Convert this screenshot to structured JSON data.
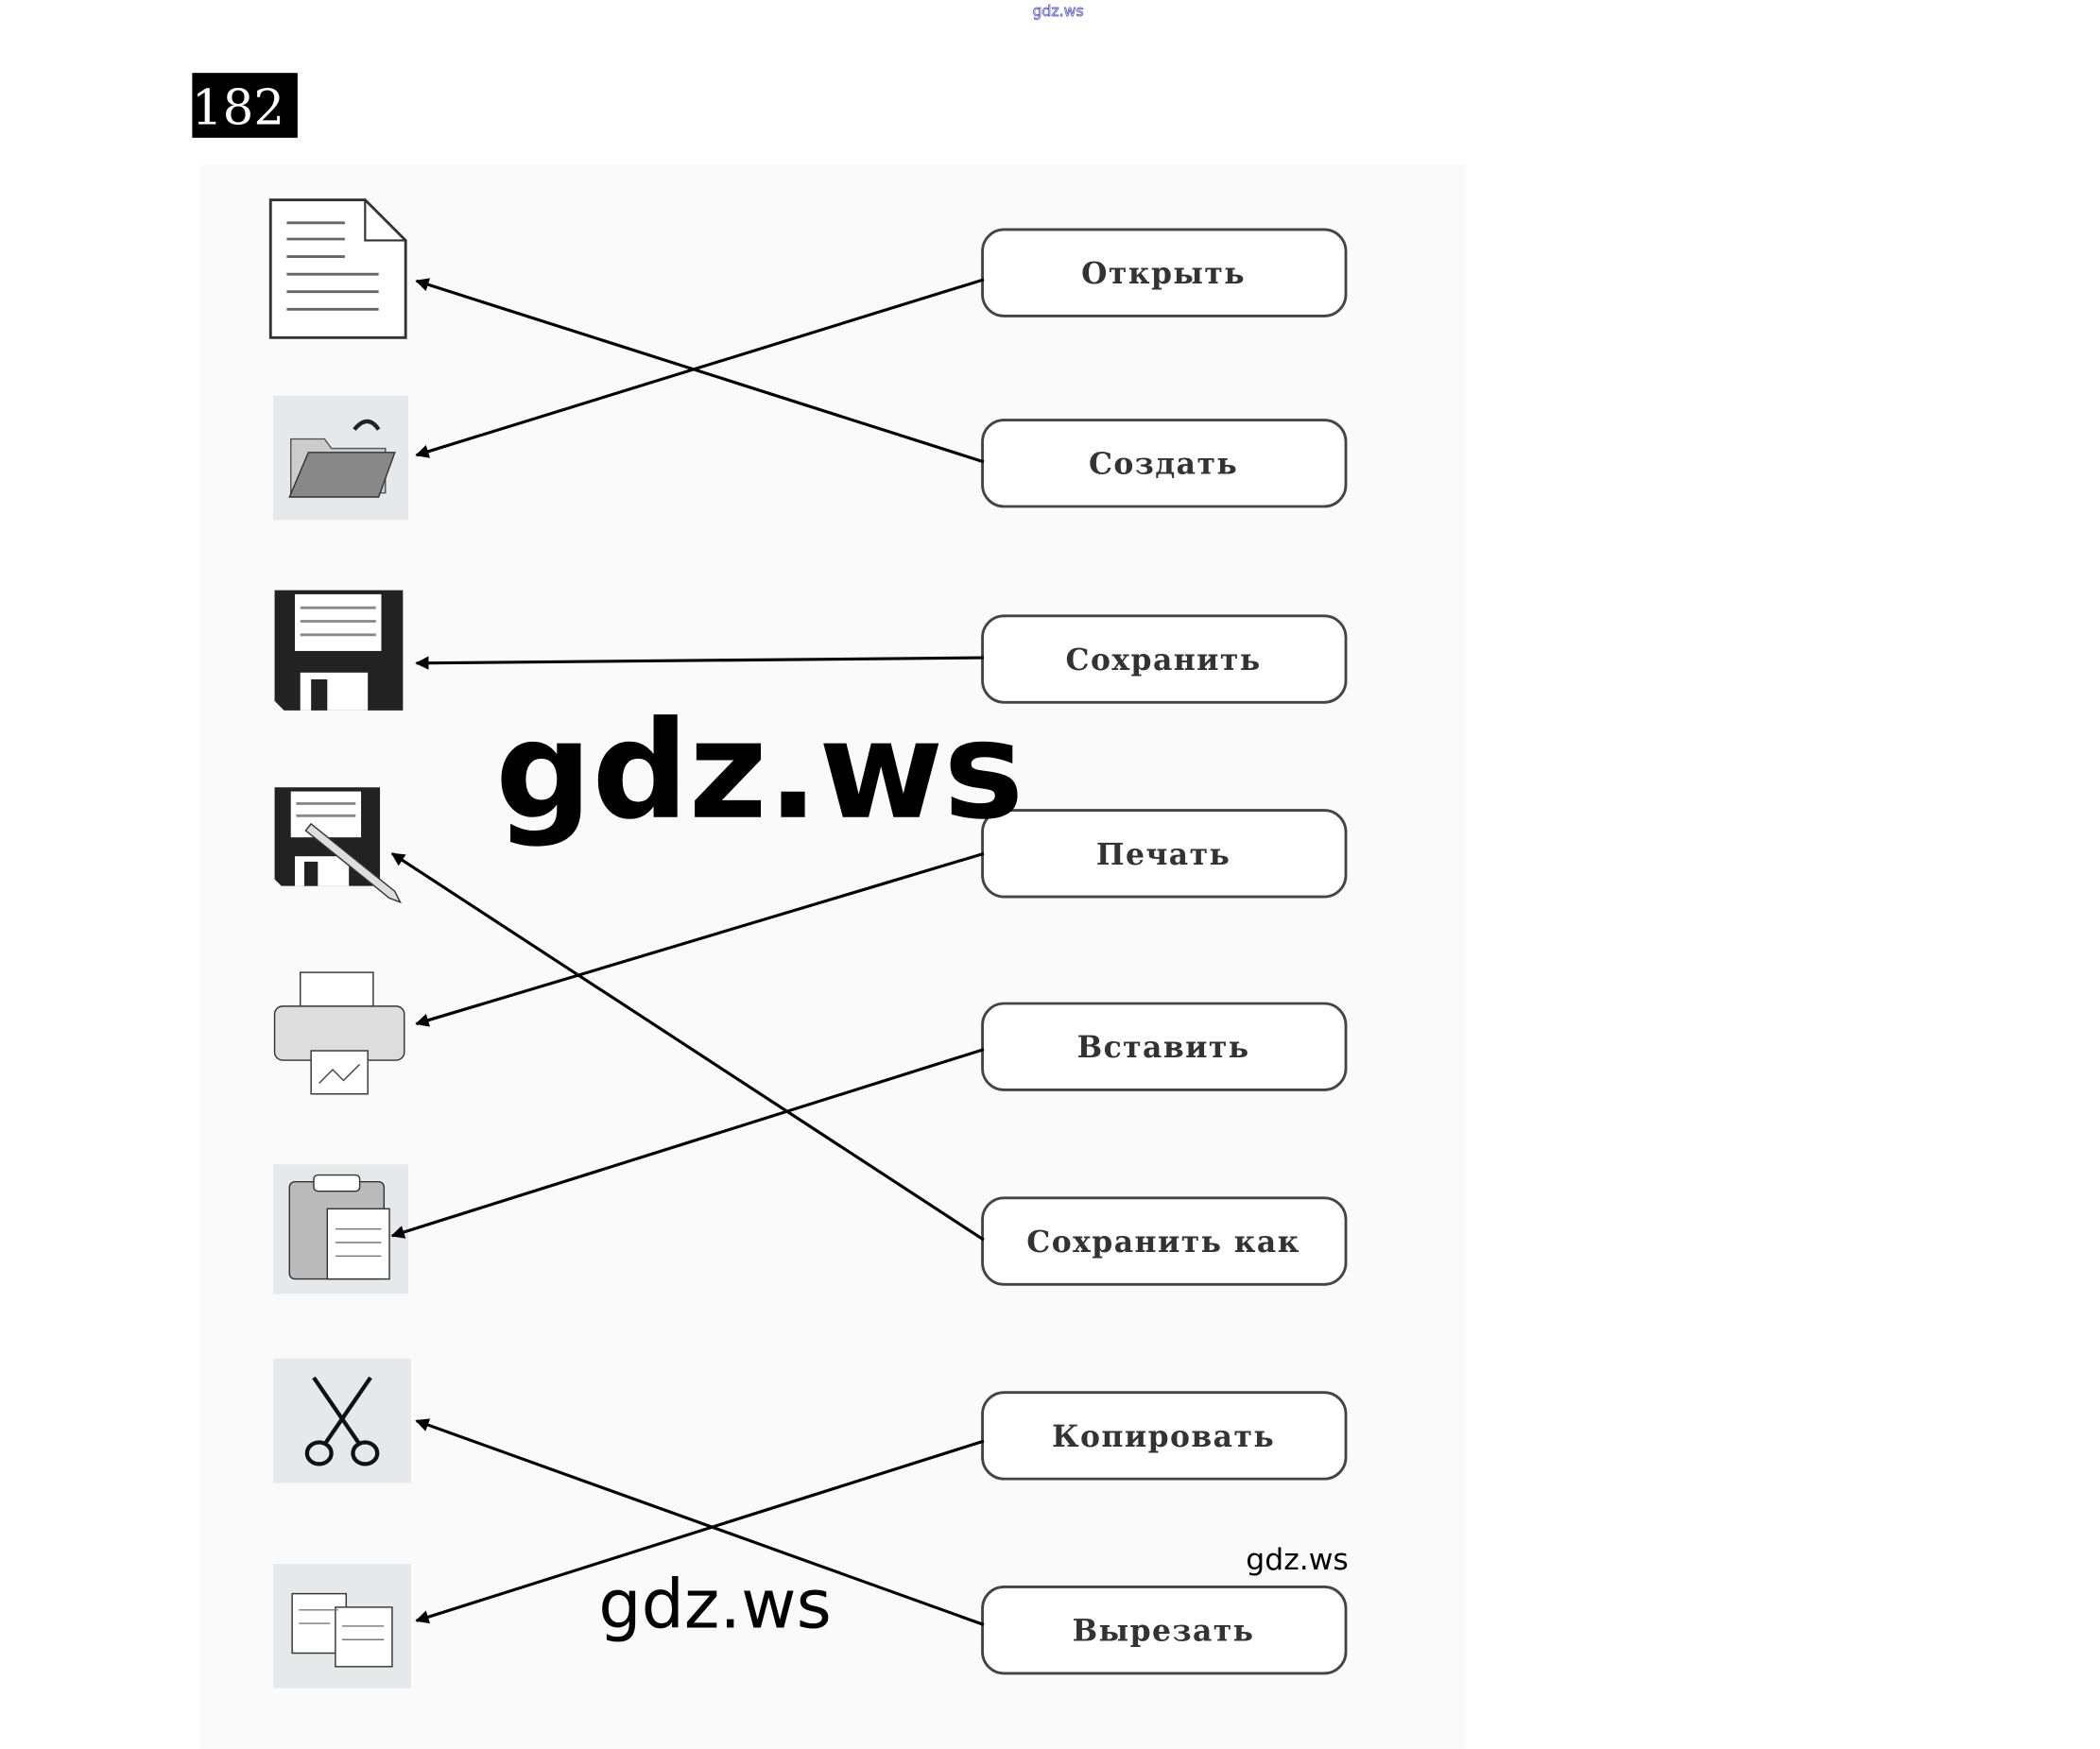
{
  "header": {
    "watermark_top": "gdz.ws",
    "task_number": "182"
  },
  "watermarks": {
    "large": "gdz.ws",
    "medium": "gdz.ws",
    "small": "gdz.ws"
  },
  "icons": [
    "new-document-icon",
    "open-folder-icon",
    "save-floppy-icon",
    "save-as-floppy-pencil-icon",
    "printer-icon",
    "paste-clipboard-icon",
    "scissors-icon",
    "copy-documents-icon"
  ],
  "labels": [
    "Открыть",
    "Создать",
    "Сохранить",
    "Печать",
    "Вставить",
    "Сохранить как",
    "Копировать",
    "Вырезать"
  ],
  "matches": [
    {
      "label": "Открыть",
      "icon": "open-folder-icon"
    },
    {
      "label": "Создать",
      "icon": "new-document-icon"
    },
    {
      "label": "Сохранить",
      "icon": "save-floppy-icon"
    },
    {
      "label": "Печать",
      "icon": "printer-icon"
    },
    {
      "label": "Вставить",
      "icon": "paste-clipboard-icon"
    },
    {
      "label": "Сохранить как",
      "icon": "save-as-floppy-pencil-icon"
    },
    {
      "label": "Копировать",
      "icon": "copy-documents-icon"
    },
    {
      "label": "Вырезать",
      "icon": "scissors-icon"
    }
  ]
}
